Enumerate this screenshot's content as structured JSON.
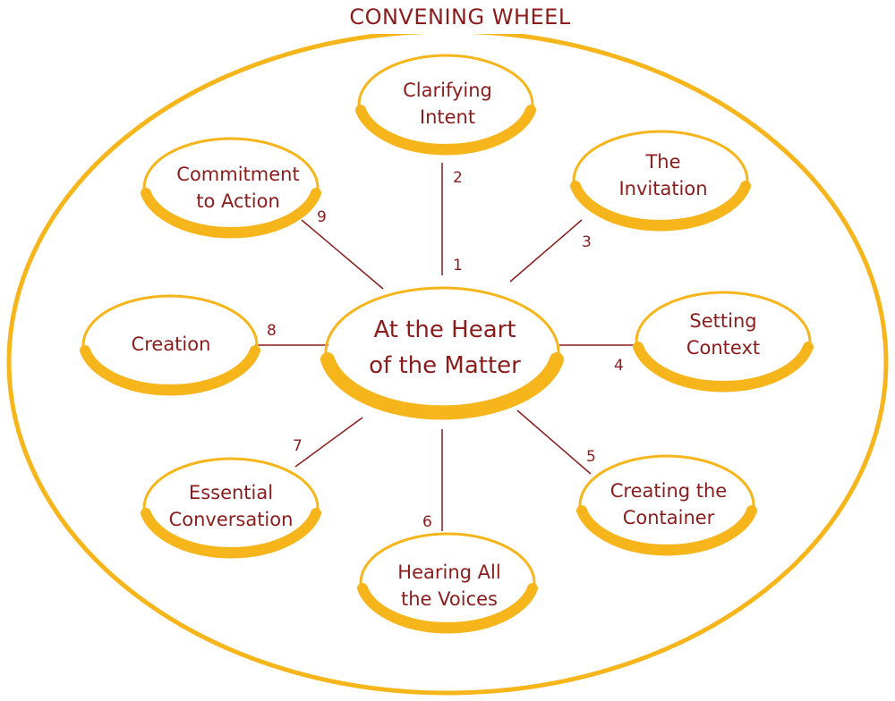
{
  "title": "CONVENING WHEEL",
  "colors": {
    "ring": "#f7b51c",
    "text": "#8b1c1c",
    "line": "#8b1c1c"
  },
  "center": {
    "line1": "At the Heart",
    "line2": "of the Matter",
    "number": "1"
  },
  "nodes": [
    {
      "line1": "Clarifying",
      "line2": "Intent",
      "number": "2"
    },
    {
      "line1": "The",
      "line2": "Invitation",
      "number": "3"
    },
    {
      "line1": "Setting",
      "line2": "Context",
      "number": "4"
    },
    {
      "line1": "Creating the",
      "line2": "Container",
      "number": "5"
    },
    {
      "line1": "Hearing All",
      "line2": "the Voices",
      "number": "6"
    },
    {
      "line1": "Essential",
      "line2": "Conversation",
      "number": "7"
    },
    {
      "line1": "Creation",
      "line2": "",
      "number": "8"
    },
    {
      "line1": "Commitment",
      "line2": "to Action",
      "number": "9"
    }
  ]
}
